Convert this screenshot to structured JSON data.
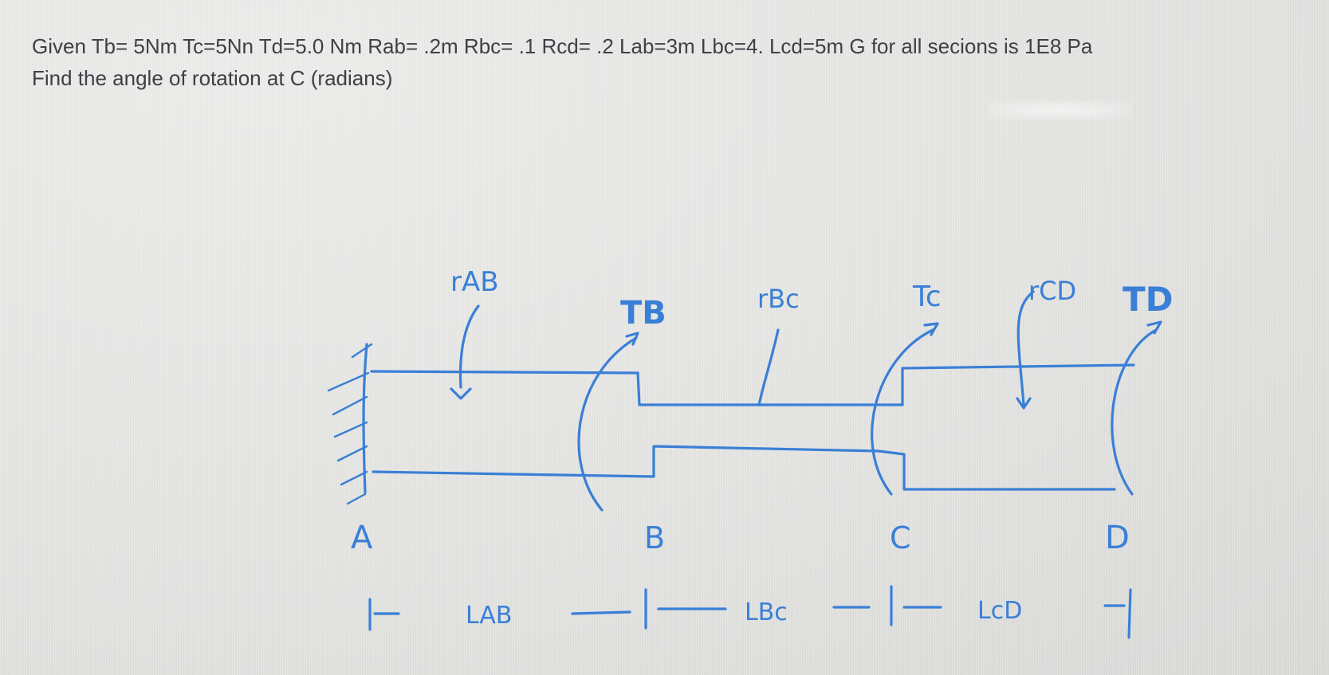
{
  "question": {
    "line1": "Given Tb= 5Nm Tc=5Nn Td=5.0 Nm Rab= .2m Rbc= .1 Rcd= .2 Lab=3m Lbc=4. Lcd=5m G for all secions is 1E8 Pa",
    "line2": "Find the angle of rotation at C (radians)"
  },
  "diagram": {
    "ink_color": "#3a7fd6",
    "labels": {
      "r_ab": "rAB",
      "t_b": "TB",
      "r_bc": "rBc",
      "t_c": "Tc",
      "r_cd": "rCD",
      "t_d": "TD",
      "point_a": "A",
      "point_b": "B",
      "point_c": "C",
      "point_d": "D",
      "l_ab": "LAB",
      "l_bc": "LBc",
      "l_cd": "LcD"
    }
  }
}
